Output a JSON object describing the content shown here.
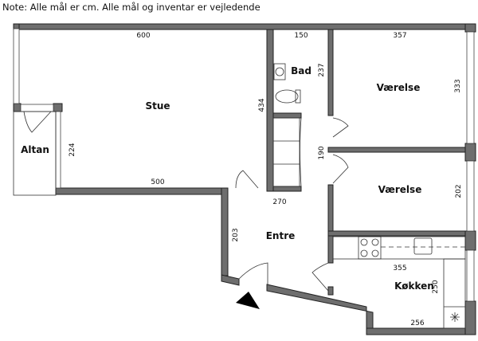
{
  "note": "Note: Alle mål er cm. Alle mål og inventar er vejledende",
  "rooms": {
    "stue": {
      "label": "Stue",
      "width": "600",
      "bottom": "500",
      "height": "434"
    },
    "altan": {
      "label": "Altan",
      "height": "224"
    },
    "bad": {
      "label": "Bad",
      "width": "150",
      "height": "237"
    },
    "vaerelse1": {
      "label": "Værelse",
      "width": "357",
      "height": "333"
    },
    "vaerelse2": {
      "label": "Værelse",
      "height": "202"
    },
    "hall_dim": "190",
    "entre": {
      "label": "Entre",
      "width": "270",
      "height": "203"
    },
    "kokken": {
      "label": "Køkken",
      "width": "355",
      "bottom": "256",
      "height": "250"
    }
  },
  "colors": {
    "wall": "#6e6e6e",
    "outline": "#222222"
  }
}
